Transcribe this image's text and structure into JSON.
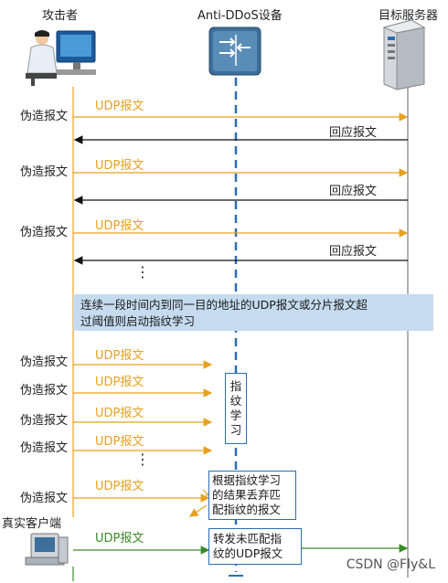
{
  "columns": {
    "attacker": "攻击者",
    "device": "Anti-DDoS设备",
    "server": "目标服务器",
    "client": "真实客户端"
  },
  "labels": {
    "forged": "伪造报文",
    "udp": "UDP报文",
    "reply": "回应报文"
  },
  "banner": {
    "line1": "连续一段时间内到同一目的地址的UDP报文或分片报文超",
    "line2": "过阈值则启动指纹学习"
  },
  "boxes": {
    "learn": [
      "指",
      "纹",
      "学",
      "习"
    ],
    "discard": [
      "根据指纹学习",
      "的结果丢弃匹",
      "配指纹的报文"
    ],
    "forward": [
      "转发未匹配指",
      "纹的UDP报文"
    ]
  },
  "ellipsis": "⋮",
  "watermark": "CSDN @Fly&L",
  "watermark_bg": "https://blog.csdn.n",
  "colors": {
    "orange": "#e8a020",
    "green": "#3a8a2a",
    "blue_dash": "#2a6db5",
    "banner": "#c6dbef"
  }
}
